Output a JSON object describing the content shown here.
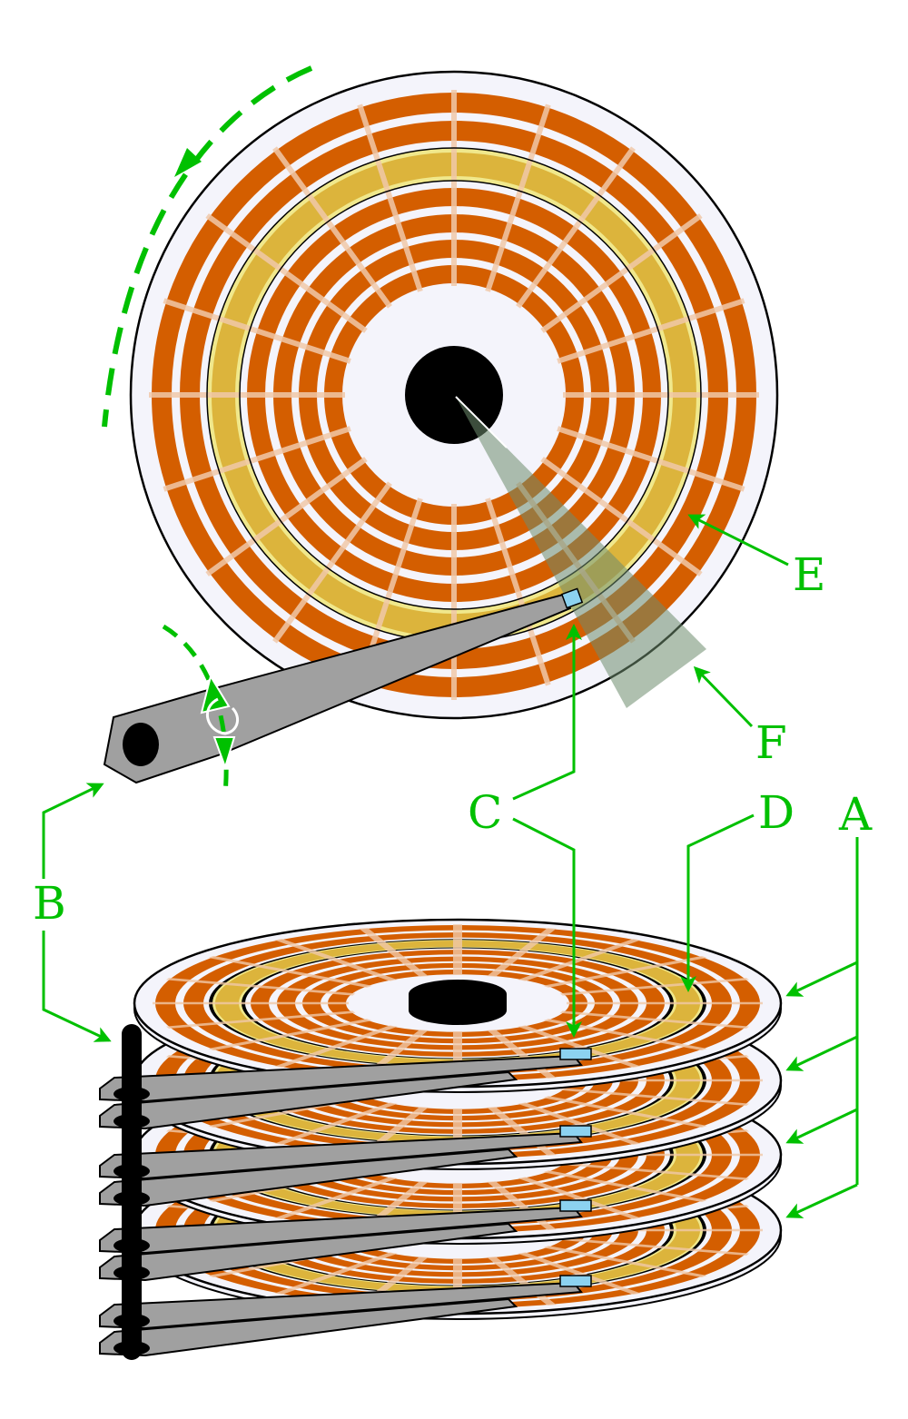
{
  "labels": {
    "A": "A",
    "B": "B",
    "C": "C",
    "D": "D",
    "E": "E",
    "F": "F"
  },
  "colors": {
    "platter": "#f4f4fb",
    "track": "#d45e00",
    "highlight_track": "#dcb43c",
    "highlight_glow": "#f0e88c",
    "sector_gap": "#f0c8a8",
    "spindle": "#000000",
    "arm": "#a0a0a0",
    "head": "#8cd2f0",
    "sector_wedge": "#6e8c6e",
    "annotation": "#00c000"
  },
  "icons": {
    "rotation": "dashed-rotation-arrow-icon",
    "pivot": "pivot-rotation-arrow-icon"
  }
}
